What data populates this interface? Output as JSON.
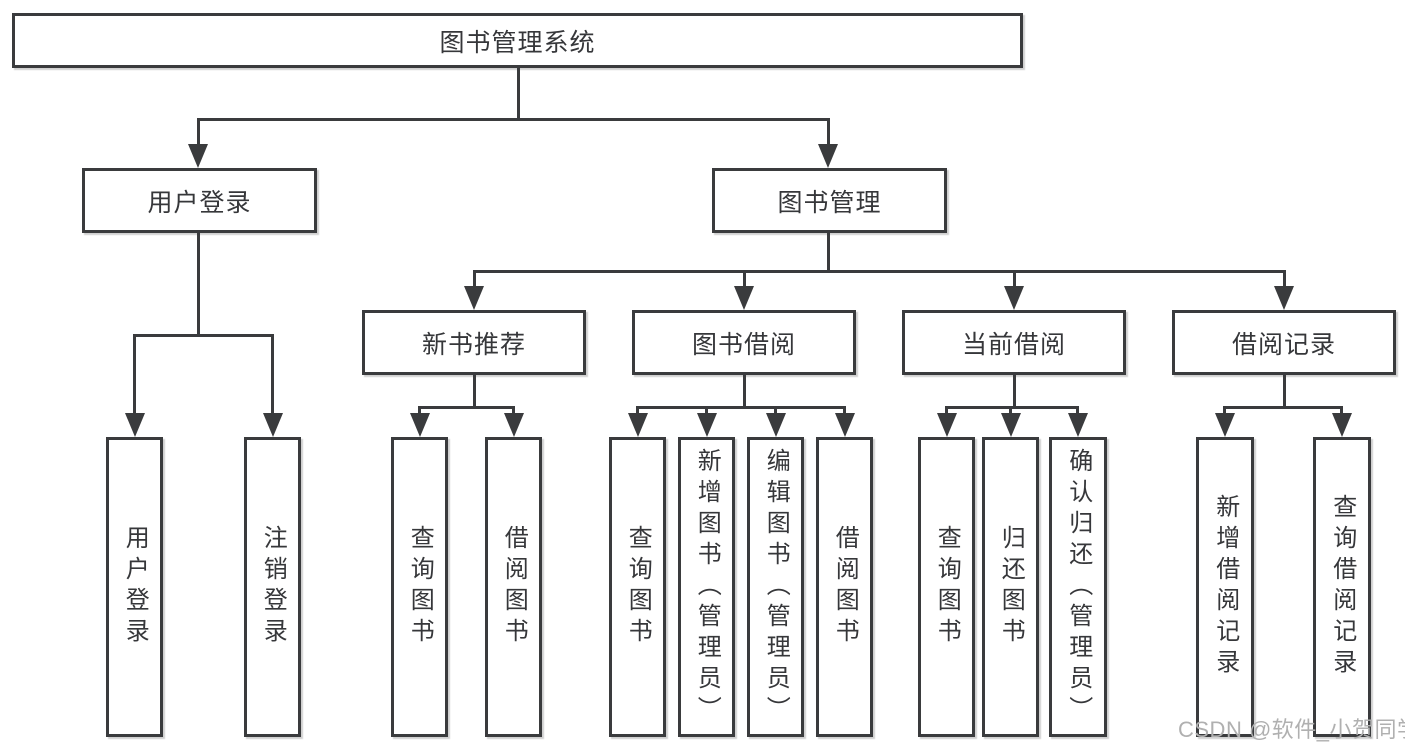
{
  "diagram": {
    "root": {
      "label": "图书管理系统"
    },
    "level2": {
      "user_login": {
        "label": "用户登录"
      },
      "book_mgmt": {
        "label": "图书管理"
      }
    },
    "user_login_children": [
      {
        "label": "用户登录"
      },
      {
        "label": "注销登录"
      }
    ],
    "level3": [
      {
        "label": "新书推荐",
        "children": [
          {
            "label": "查询图书"
          },
          {
            "label": "借阅图书"
          }
        ]
      },
      {
        "label": "图书借阅",
        "children": [
          {
            "label": "查询图书"
          },
          {
            "label": "新增图书（管理员）"
          },
          {
            "label": "编辑图书（管理员）"
          },
          {
            "label": "借阅图书"
          }
        ]
      },
      {
        "label": "当前借阅",
        "children": [
          {
            "label": "查询图书"
          },
          {
            "label": "归还图书"
          },
          {
            "label": "确认归还（管理员）"
          }
        ]
      },
      {
        "label": "借阅记录",
        "children": [
          {
            "label": "新增借阅记录"
          },
          {
            "label": "查询借阅记录"
          }
        ]
      }
    ]
  },
  "watermark": {
    "text": "CSDN @软件_小贺同学"
  },
  "colors": {
    "line": "#3a3b3d",
    "text": "#36373a",
    "box_bg": "#ffffff",
    "background": "#ffffff",
    "watermark": "#b0b0b0"
  }
}
